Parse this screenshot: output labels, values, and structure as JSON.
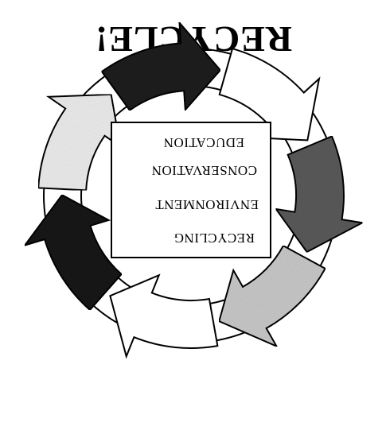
{
  "title": "RECYCLE!",
  "words": [
    "RECYCLING",
    "ENVIRONMENT",
    "CONSERVATION",
    "EDUCATION"
  ],
  "orientation": "upside-down",
  "cycle": {
    "direction": "clockwise",
    "arrows": [
      {
        "name": "arrow-1",
        "shade": "#ffffff"
      },
      {
        "name": "arrow-2",
        "shade": "#151515"
      },
      {
        "name": "arrow-3",
        "shade": "#ececec"
      },
      {
        "name": "arrow-4",
        "shade": "#1e1e1e"
      },
      {
        "name": "arrow-5",
        "shade": "#ffffff"
      },
      {
        "name": "arrow-6",
        "shade": "#5a5a5a"
      },
      {
        "name": "arrow-7",
        "shade": "#c8c8c8"
      }
    ]
  }
}
